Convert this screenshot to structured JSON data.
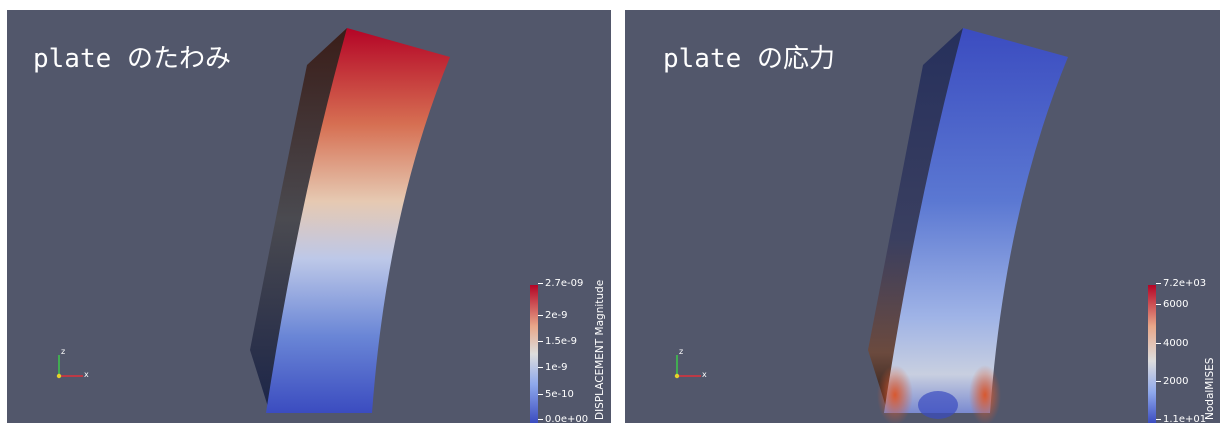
{
  "left_view": {
    "title_word": "plate",
    "title_rest": "のたわみ",
    "colorbar": {
      "title": "DISPLACEMENT Magnitude",
      "ticks": [
        "2.7e-09",
        "2e-9",
        "1.5e-9",
        "1e-9",
        "5e-10",
        "0.0e+00"
      ],
      "colors": [
        "#b40426",
        "#dddddd",
        "#3b4cc0"
      ]
    },
    "axes": {
      "z": "z",
      "x": "x"
    }
  },
  "right_view": {
    "title_word": "plate",
    "title_rest": "の応力",
    "colorbar": {
      "title": "NodalMISES",
      "ticks": [
        "7.2e+03",
        "6000",
        "4000",
        "2000",
        "1.1e+01"
      ],
      "colors": [
        "#b40426",
        "#dddddd",
        "#3b4cc0"
      ]
    },
    "axes": {
      "z": "z",
      "x": "x"
    }
  }
}
